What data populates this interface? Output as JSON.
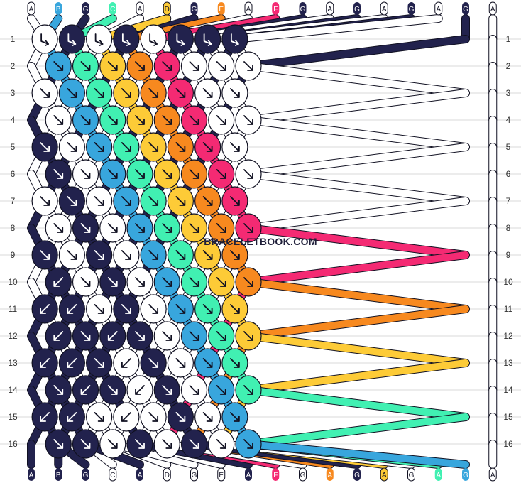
{
  "watermark": "BRACELETBOOK.COM",
  "pattern_type": "normal",
  "row_count": 16,
  "strands": [
    {
      "label": "A",
      "color": "#ffffff"
    },
    {
      "label": "B",
      "color": "#38a6dd"
    },
    {
      "label": "G",
      "color": "#22224d"
    },
    {
      "label": "C",
      "color": "#41f0b2"
    },
    {
      "label": "A",
      "color": "#ffffff"
    },
    {
      "label": "D",
      "color": "#fdcb37"
    },
    {
      "label": "G",
      "color": "#22224d"
    },
    {
      "label": "E",
      "color": "#f7891f"
    },
    {
      "label": "A",
      "color": "#ffffff"
    },
    {
      "label": "F",
      "color": "#f42a73"
    },
    {
      "label": "G",
      "color": "#22224d"
    },
    {
      "label": "A",
      "color": "#ffffff"
    },
    {
      "label": "G",
      "color": "#22224d"
    },
    {
      "label": "A",
      "color": "#ffffff"
    },
    {
      "label": "G",
      "color": "#22224d"
    },
    {
      "label": "A",
      "color": "#ffffff"
    },
    {
      "label": "G",
      "color": "#22224d"
    },
    {
      "label": "A",
      "color": "#ffffff"
    }
  ],
  "bottom_labels": [
    "A",
    "B",
    "G",
    "C",
    "A",
    "D",
    "G",
    "E",
    "A",
    "F",
    "G",
    "A",
    "G",
    "A",
    "G",
    "A",
    "G",
    "A"
  ],
  "knot_rows": [
    [
      "fwb",
      "fwb",
      "fwb",
      "fwb",
      "fwb",
      "fwb",
      "fwb",
      "fwb"
    ],
    [
      "fw",
      "fw",
      "fw",
      "fw",
      "fw",
      "fw",
      "fw",
      "fw",
      "fw"
    ],
    [
      "fw",
      "fw",
      "fw",
      "fw",
      "fw",
      "fw",
      "fw",
      "fw"
    ],
    [
      "fw",
      "fw",
      "fw",
      "fw",
      "fw",
      "fw",
      "fw",
      "fw",
      "fw"
    ],
    [
      "fw",
      "fw",
      "fw",
      "fw",
      "fw",
      "fw",
      "fw",
      "fw"
    ],
    [
      "fw",
      "fw",
      "fw",
      "fw",
      "fw",
      "fw",
      "fw",
      "fw",
      "fw"
    ],
    [
      "fw",
      "fw",
      "fw",
      "fw",
      "fw",
      "fw",
      "fw",
      "fw"
    ],
    [
      "fw",
      "fw",
      "fw",
      "fw",
      "fw",
      "fw",
      "fw",
      "fw",
      "fw"
    ],
    [
      "fw",
      "fw",
      "fw",
      "fw",
      "fw",
      "fw",
      "fw",
      "fw"
    ],
    [
      "bw",
      "fw",
      "fw",
      "fw",
      "fw",
      "fw",
      "fw",
      "fw",
      "fw"
    ],
    [
      "bw",
      "bw",
      "fw",
      "fw",
      "fw",
      "fw",
      "fw",
      "fw"
    ],
    [
      "bw",
      "fw",
      "bw",
      "fw",
      "fw",
      "fw",
      "fw",
      "fw",
      "fw"
    ],
    [
      "bw",
      "bw",
      "fw",
      "bw",
      "fw",
      "fw",
      "fw",
      "fw"
    ],
    [
      "fw",
      "bw",
      "fw",
      "bw",
      "fw",
      "fw",
      "fw",
      "fw",
      "fw"
    ],
    [
      "bw",
      "bw",
      "fw",
      "bw",
      "fw",
      "fw",
      "fw",
      "fw"
    ],
    [
      "fw",
      "fw",
      "fw",
      "fw",
      "fw",
      "fw",
      "fw",
      "fw",
      "fw"
    ]
  ]
}
